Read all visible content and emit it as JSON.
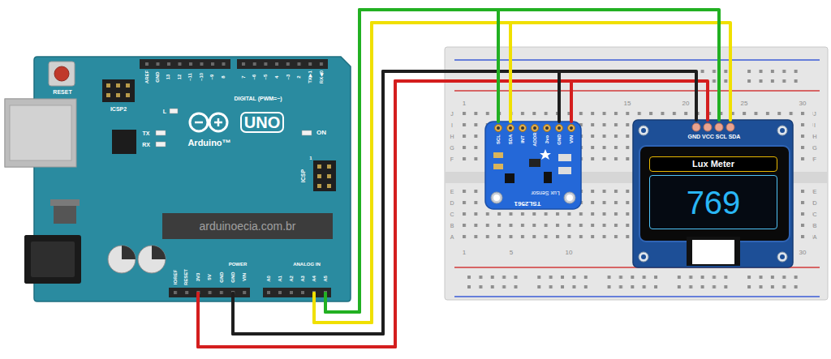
{
  "diagram": {
    "nodes": [
      {
        "text": [
          "UNO",
          "Arduino™"
        ]
      },
      {
        "text": [
          "TSL2561",
          "Lux Sensor"
        ]
      },
      {
        "text": [
          "GND VCC SCL SDA"
        ]
      },
      {
        "text": [
          "Lux Meter"
        ],
        "in": 2
      },
      {
        "text": [
          "769"
        ],
        "in": 2
      }
    ],
    "edges": [
      {
        "from": 0,
        "to": 1,
        "arrow": "none"
      },
      {
        "from": 0,
        "to": 2,
        "arrow": "none"
      },
      {
        "from": 0,
        "to": 1,
        "arrow": "none"
      },
      {
        "from": 0,
        "to": 2,
        "arrow": "none"
      },
      {
        "from": 0,
        "to": 1,
        "arrow": "none"
      },
      {
        "from": 0,
        "to": 2,
        "arrow": "none"
      },
      {
        "from": 0,
        "to": 1,
        "arrow": "none"
      },
      {
        "from": 0,
        "to": 2,
        "arrow": "none"
      }
    ],
    "labels": [
      "RESET",
      "ICSP2",
      "AREF",
      "GND",
      "13",
      "12",
      "~11",
      "~10",
      "~9",
      "8",
      "7",
      "~6",
      "~5",
      "4",
      "~3",
      "2",
      "TX▶1",
      "RX◀0",
      "DIGITAL (PWM=~)",
      "L",
      "TX",
      "RX",
      "ON",
      "ICSP",
      "1",
      "arduinoecia.com.br",
      "IOREF",
      "RESET",
      "3V3",
      "5V",
      "GND",
      "GND",
      "VIN",
      "POWER",
      "A0",
      "A1",
      "A2",
      "A3",
      "A4",
      "A5",
      "ANALOG IN",
      "SCL",
      "SDA",
      "INT",
      "ADDR",
      "3vo",
      "GND",
      "VIN",
      "1",
      "15",
      "20",
      "25",
      "30",
      "1",
      "5",
      "10",
      "30",
      "J",
      "I",
      "H",
      "G",
      "F",
      "E",
      "D",
      "C",
      "B",
      "A",
      "J",
      "I",
      "H",
      "G",
      "F",
      "E",
      "D",
      "C",
      "B",
      "A"
    ]
  }
}
